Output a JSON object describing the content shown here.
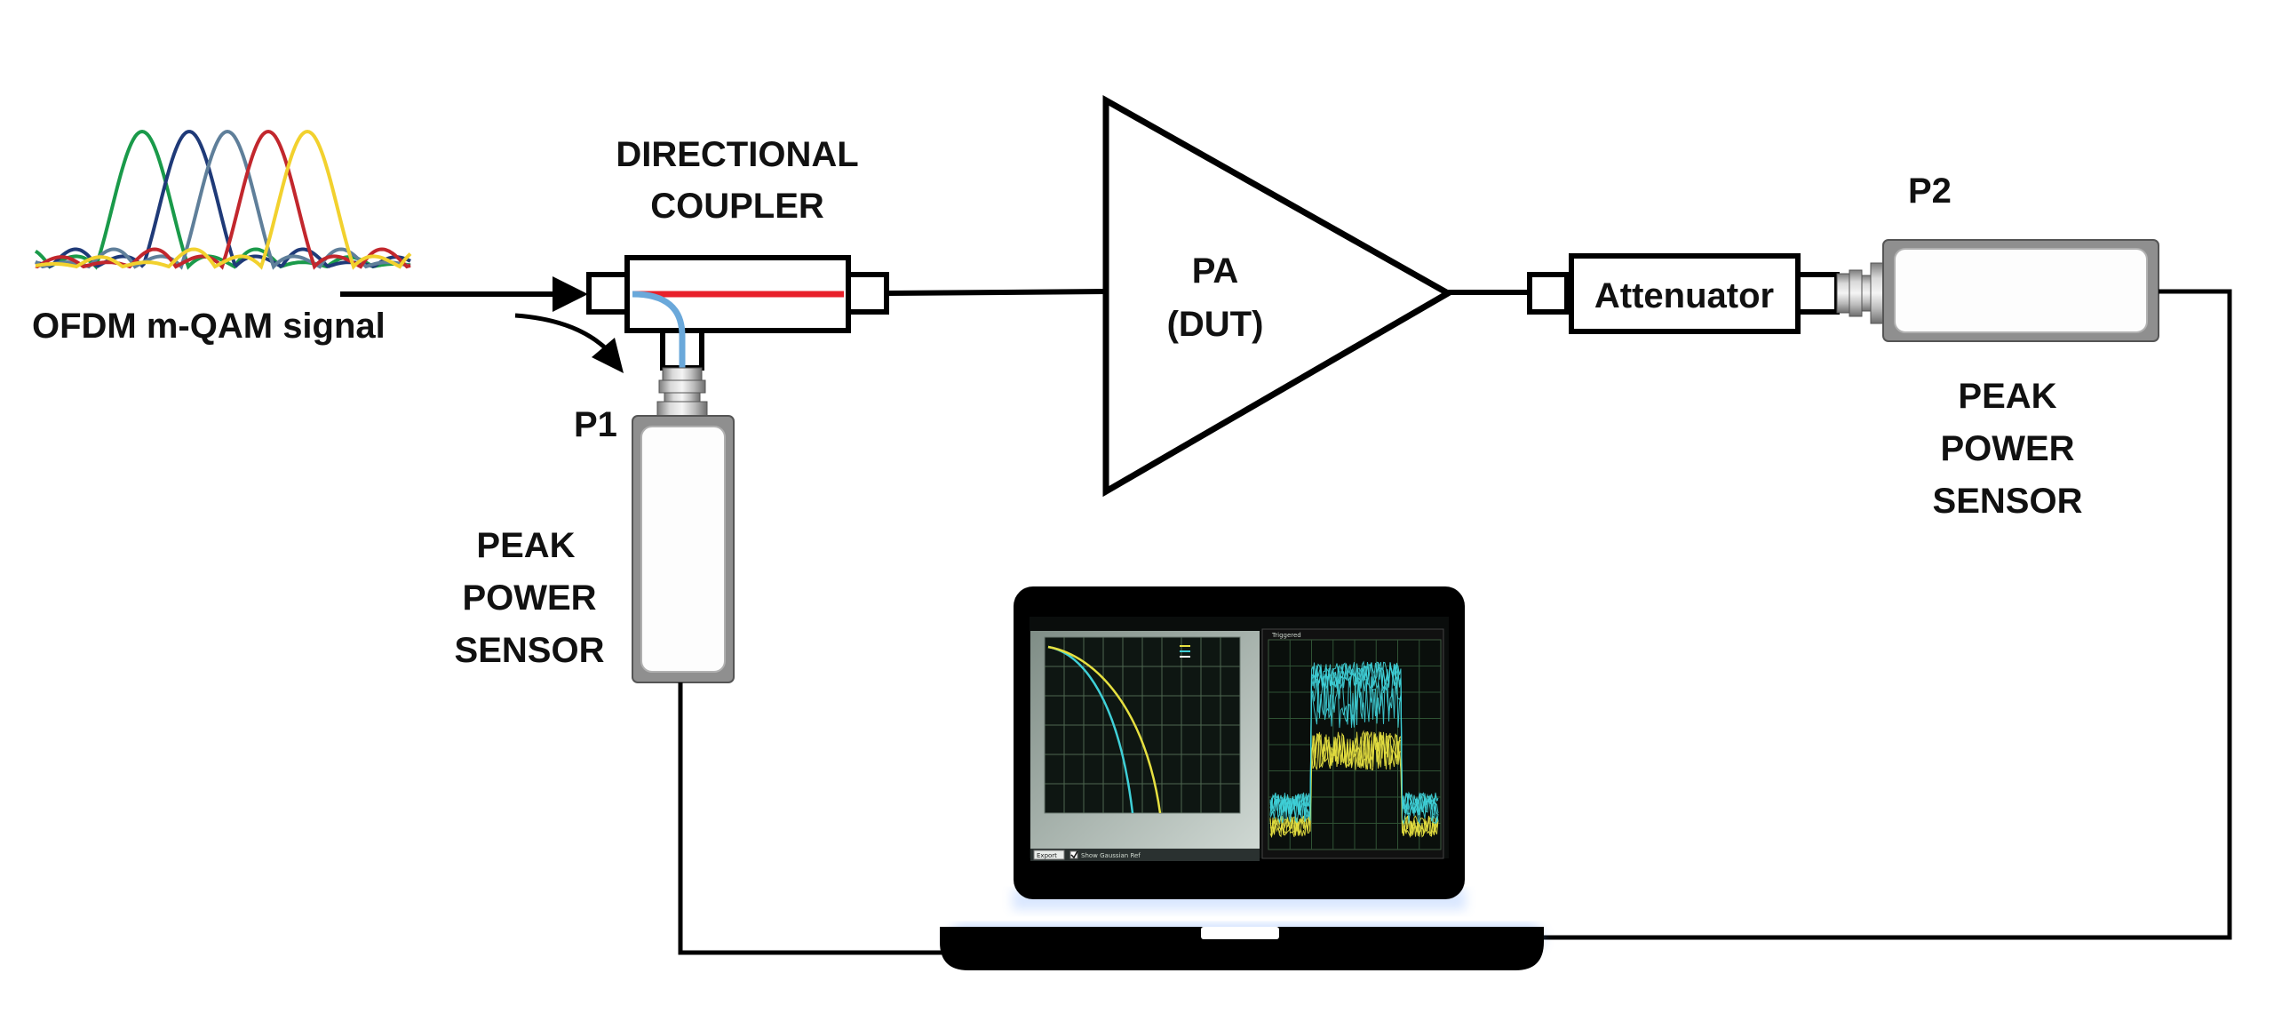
{
  "signal": {
    "label": "OFDM m-QAM signal",
    "subcarrier_colors": [
      "#1a9a4a",
      "#1f3a78",
      "#5f7f9a",
      "#c2272d",
      "#f2d12e"
    ]
  },
  "coupler": {
    "label_line1": "DIRECTIONAL",
    "label_line2": "COUPLER",
    "mainline_color": "#e8202a",
    "coupled_line_color": "#6aa8da"
  },
  "pa": {
    "label_line1": "PA",
    "label_line2": "(DUT)"
  },
  "attenuator": {
    "label": "Attenuator"
  },
  "sensor_p1": {
    "port_label": "P1",
    "label_line1": "PEAK",
    "label_line2": "POWER",
    "label_line3": "SENSOR"
  },
  "sensor_p2": {
    "port_label": "P2",
    "label_line1": "PEAK",
    "label_line2": "POWER",
    "label_line3": "SENSOR"
  },
  "laptop": {
    "left_plot_colors": {
      "cyan": "#3fd0d8",
      "yellow": "#e6e040"
    },
    "right_plot_title": "Triggered",
    "export_button": "Export",
    "checkbox_label": "Show Gaussian Ref"
  }
}
